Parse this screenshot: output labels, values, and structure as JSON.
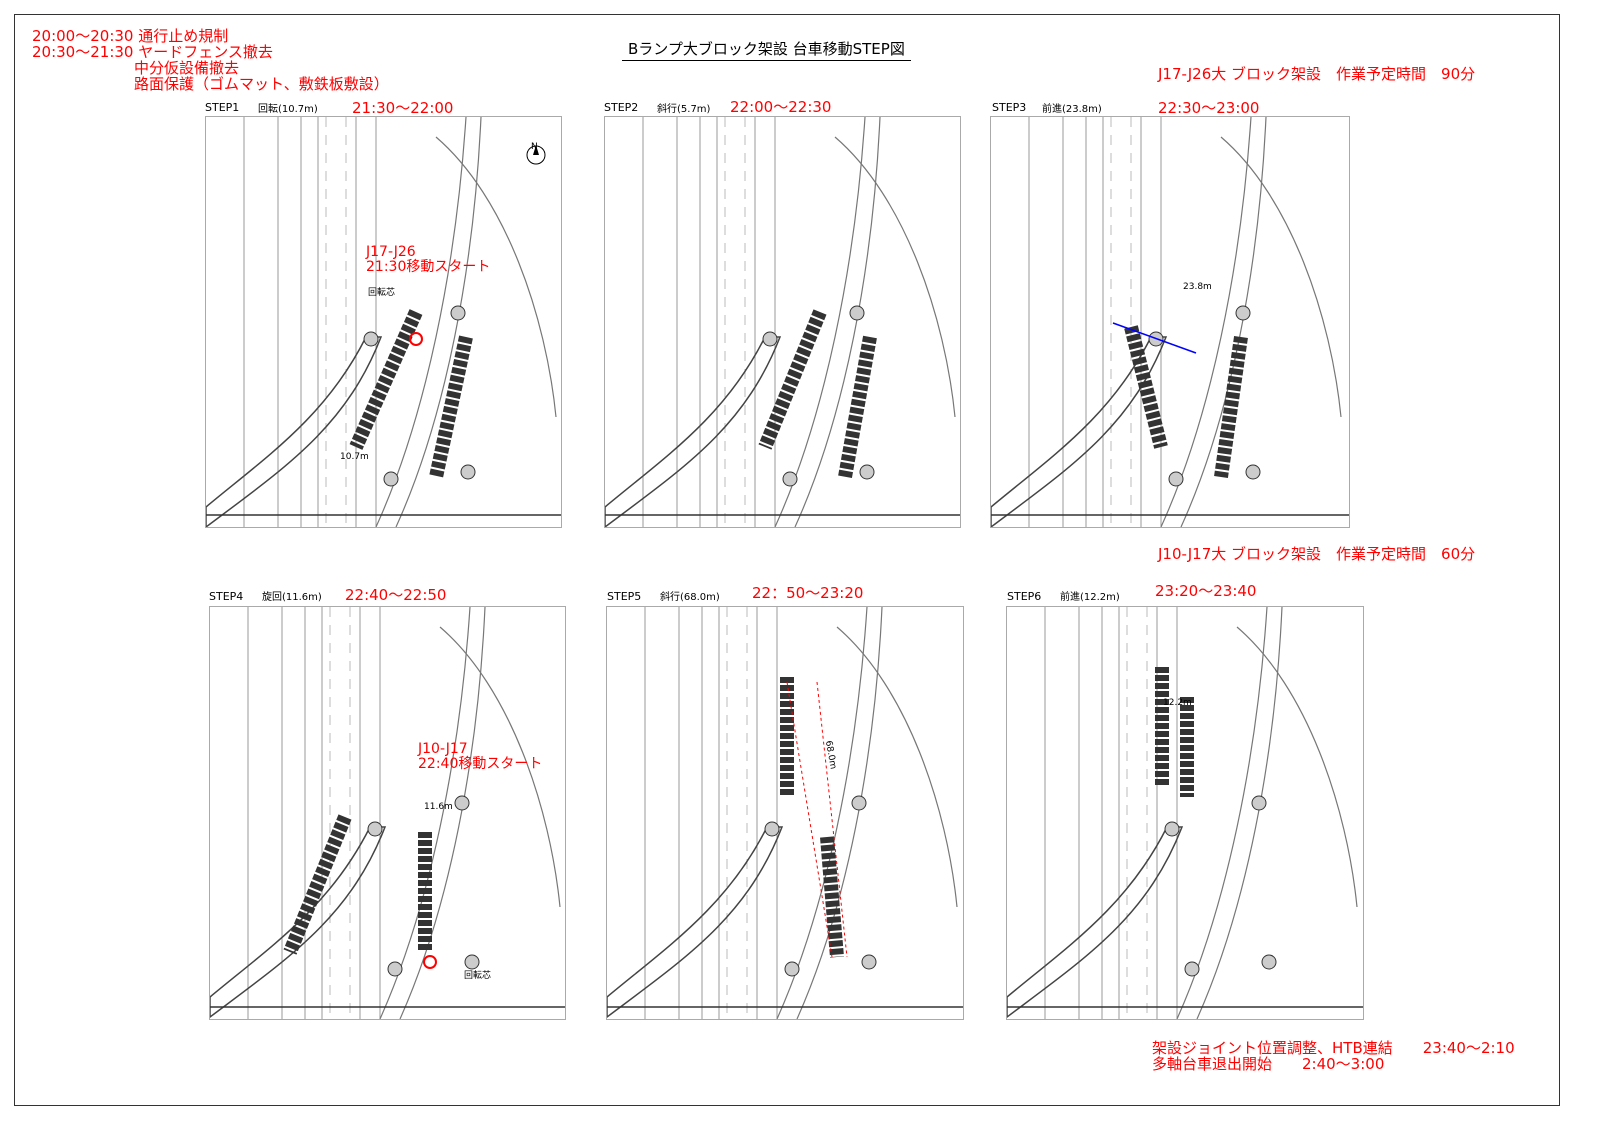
{
  "title": "Bランプ大ブロック架設 台車移動STEP図",
  "schedule_notes": [
    "20:00～20:30 通行止め規制",
    "20:30～21:30 ヤードフェンス撤去",
    "中分仮設備撤去",
    "路面保護（ゴムマット、敷鉄板敷設）"
  ],
  "block_notes": {
    "j17_j26": "J17-J26大 ブロック架設　作業予定時間　90分",
    "j10_j17": "J10-J17大 ブロック架設　作業予定時間　60分"
  },
  "footer_notes": [
    "架設ジョイント位置調整、HTB連結　　23:40～2:10",
    "多軸台車退出開始　　2:40～3:00"
  ],
  "steps": [
    {
      "label": "STEP1",
      "move": "回転(10.7m)",
      "time": "21:30～22:00",
      "annotations": [
        "J17-J26",
        "21:30移動スタート"
      ],
      "labels": [
        "回転芯",
        "10.7m",
        "N"
      ]
    },
    {
      "label": "STEP2",
      "move": "斜行(5.7m)",
      "time": "22:00～22:30",
      "annotations": [],
      "labels": []
    },
    {
      "label": "STEP3",
      "move": "前進(23.8m)",
      "time": "22:30～23:00",
      "annotations": [],
      "labels": [
        "23.8m"
      ]
    },
    {
      "label": "STEP4",
      "move": "旋回(11.6m)",
      "time": "22:40～22:50",
      "annotations": [
        "J10-J17",
        "22:40移動スタート"
      ],
      "labels": [
        "11.6m",
        "回転芯"
      ]
    },
    {
      "label": "STEP5",
      "move": "斜行(68.0m)",
      "time": "22：50～23:20",
      "annotations": [],
      "labels": [
        "68.0m"
      ]
    },
    {
      "label": "STEP6",
      "move": "前進(12.2m)",
      "time": "23:20～23:40",
      "annotations": [],
      "labels": [
        "12.2m"
      ]
    }
  ]
}
